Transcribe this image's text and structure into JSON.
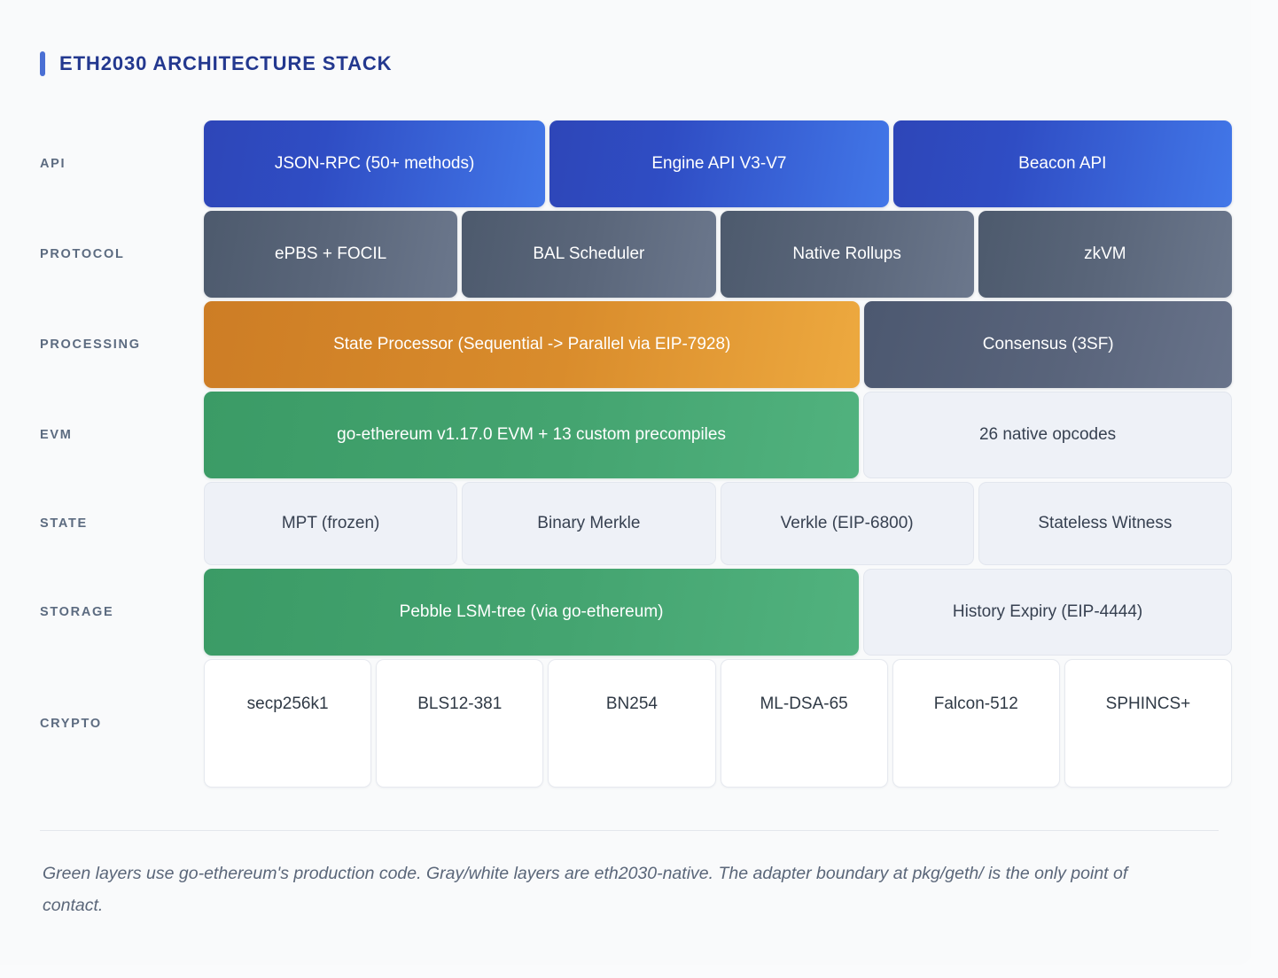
{
  "header": {
    "title": "ETH2030 ARCHITECTURE STACK",
    "accent_color": "#4a6fd4",
    "title_color": "#23388f"
  },
  "colors": {
    "page_background": "#fafbfc",
    "blue_start": "#2e46b8",
    "blue_end": "#4277e8",
    "gray_start": "#4d5a6d",
    "gray_end": "#6b778c",
    "orange_start": "#cd7d25",
    "orange_end": "#eda93f",
    "green_start": "#3b9b66",
    "green_end": "#51b27e",
    "light_fill": "#eef1f7",
    "white_fill": "#ffffff",
    "label_color": "#5c6b80",
    "footnote_color": "#5a6679"
  },
  "stack": {
    "rows": [
      {
        "label": "API",
        "boxes": [
          {
            "text": "JSON-RPC (50+ methods)",
            "style": "blue",
            "flex": 390
          },
          {
            "text": "Engine API V3-V7",
            "style": "blue",
            "flex": 387
          },
          {
            "text": "Beacon API",
            "style": "blue",
            "flex": 387
          }
        ]
      },
      {
        "label": "PROTOCOL",
        "boxes": [
          {
            "text": "ePBS + FOCIL",
            "style": "gray",
            "flex": 290
          },
          {
            "text": "BAL Scheduler",
            "style": "gray",
            "flex": 290
          },
          {
            "text": "Native Rollups",
            "style": "gray",
            "flex": 290
          },
          {
            "text": "zkVM",
            "style": "gray",
            "flex": 290
          }
        ]
      },
      {
        "label": "PROCESSING",
        "boxes": [
          {
            "text": "State Processor (Sequential -> Parallel via EIP-7928)",
            "style": "orange",
            "flex": 752
          },
          {
            "text": "Consensus (3SF)",
            "style": "gray-dark",
            "flex": 408
          }
        ]
      },
      {
        "label": "EVM",
        "boxes": [
          {
            "text": "go-ethereum v1.17.0 EVM + 13 custom precompiles",
            "style": "green",
            "flex": 752
          },
          {
            "text": "26 native opcodes",
            "style": "light",
            "flex": 408
          }
        ]
      },
      {
        "label": "STATE",
        "boxes": [
          {
            "text": "MPT (frozen)",
            "style": "light",
            "flex": 290
          },
          {
            "text": "Binary Merkle",
            "style": "light",
            "flex": 290
          },
          {
            "text": "Verkle (EIP-6800)",
            "style": "light",
            "flex": 290
          },
          {
            "text": "Stateless Witness",
            "style": "light",
            "flex": 290
          }
        ]
      },
      {
        "label": "STORAGE",
        "boxes": [
          {
            "text": "Pebble LSM-tree (via go-ethereum)",
            "style": "green",
            "flex": 752
          },
          {
            "text": "History Expiry (EIP-4444)",
            "style": "light",
            "flex": 408
          }
        ]
      },
      {
        "label": "CRYPTO",
        "boxes": [
          {
            "text": "secp256k1",
            "style": "white",
            "flex": 190
          },
          {
            "text": "BLS12-381",
            "style": "white",
            "flex": 190
          },
          {
            "text": "BN254",
            "style": "white",
            "flex": 190
          },
          {
            "text": "ML-DSA-65",
            "style": "white",
            "flex": 190
          },
          {
            "text": "Falcon-512",
            "style": "white",
            "flex": 190
          },
          {
            "text": "SPHINCS+",
            "style": "white",
            "flex": 190
          }
        ]
      }
    ]
  },
  "footer": {
    "note": "Green layers use go-ethereum's production code. Gray/white layers are eth2030-native. The adapter boundary at pkg/geth/ is the only point of contact."
  }
}
